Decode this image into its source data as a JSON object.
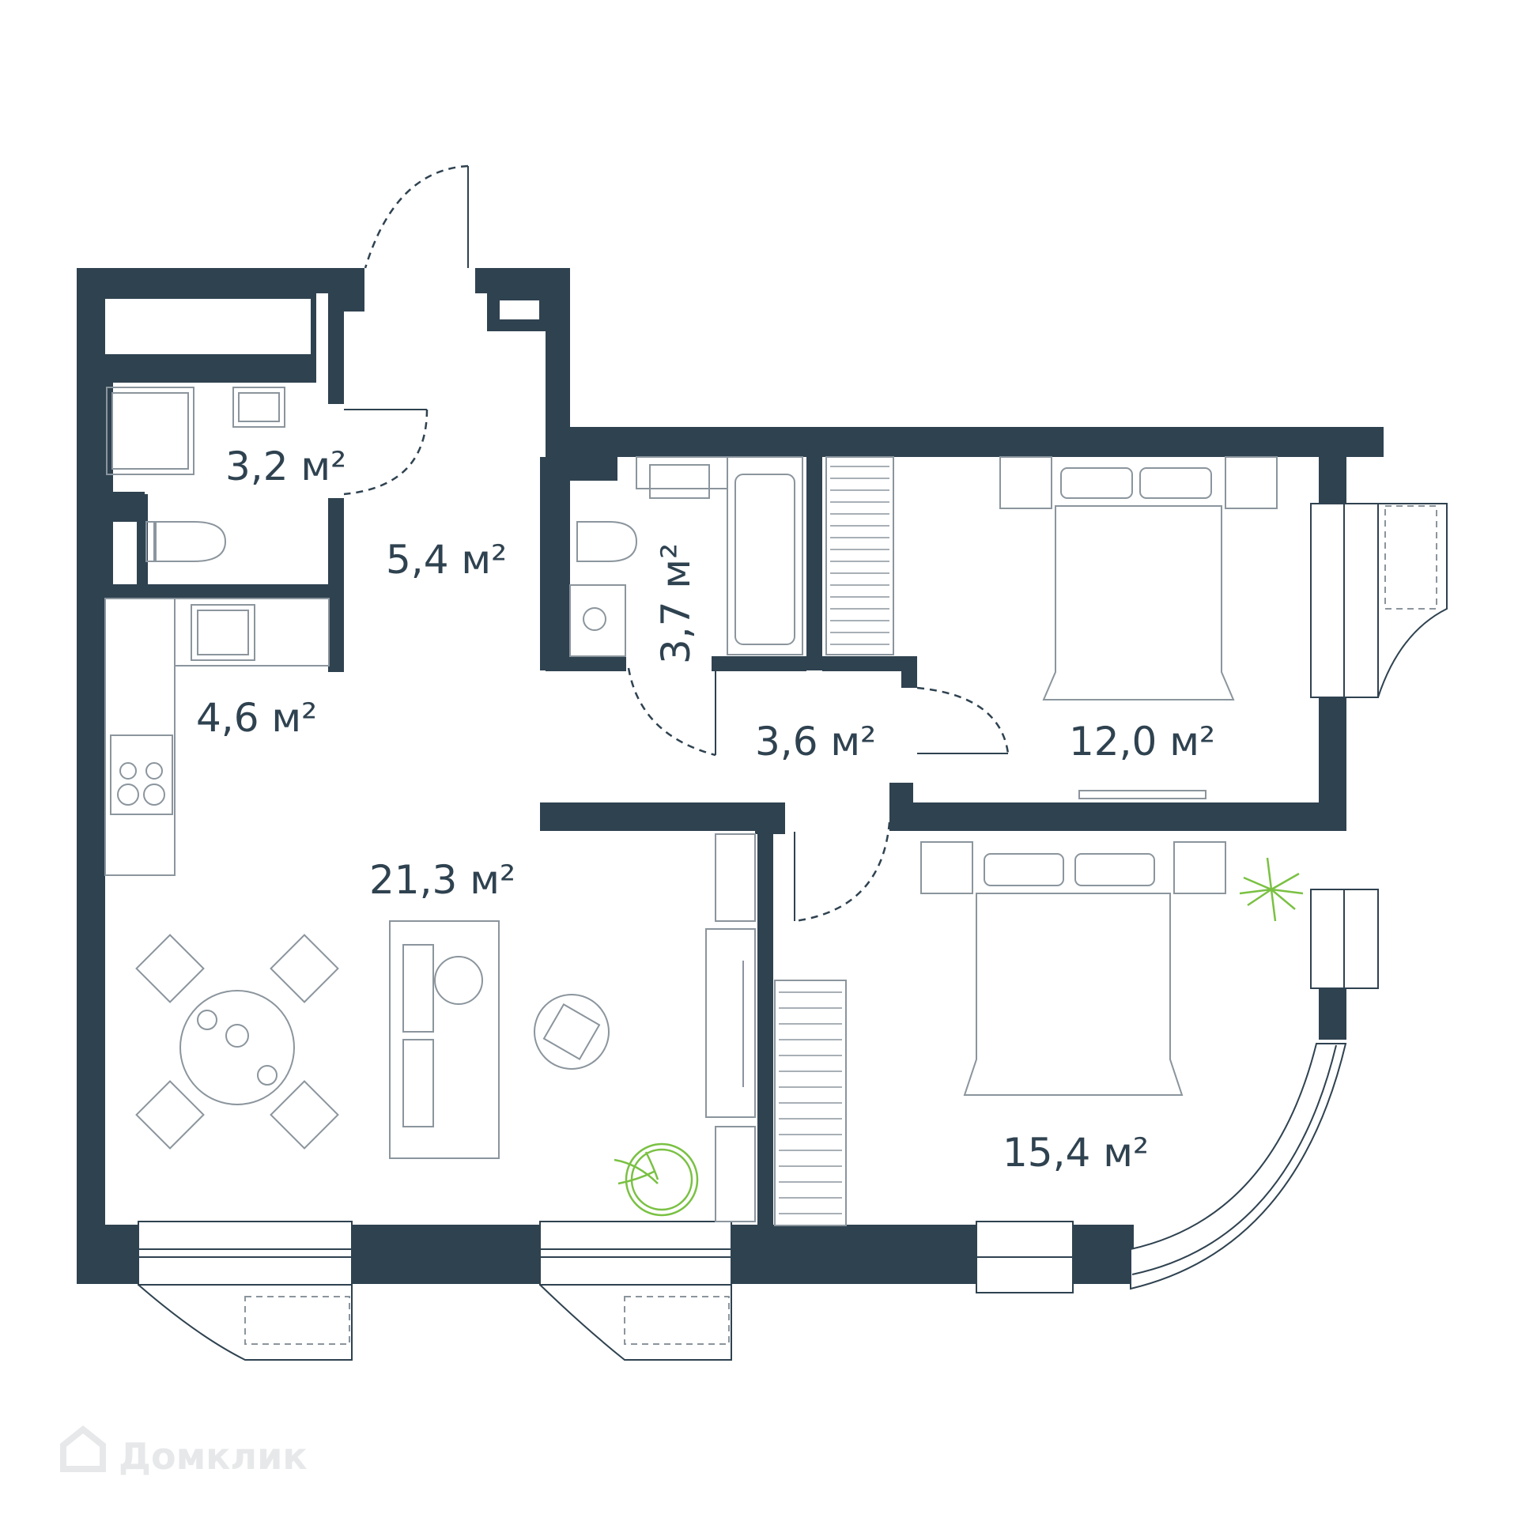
{
  "colors": {
    "wall": "#2f4250",
    "text": "#2f4250",
    "furniture": "#8b959d",
    "plant": "#7ac143",
    "watermark": "#e6e8ea"
  },
  "rooms": [
    {
      "id": "bathroom-small",
      "area": "3,2 м²"
    },
    {
      "id": "hallway",
      "area": "5,4 м²"
    },
    {
      "id": "kitchen",
      "area": "4,6 м²"
    },
    {
      "id": "bathroom-large",
      "area": "3,7 м²"
    },
    {
      "id": "corridor",
      "area": "3,6 м²"
    },
    {
      "id": "bedroom-top",
      "area": "12,0 м²"
    },
    {
      "id": "living-room",
      "area": "21,3 м²"
    },
    {
      "id": "bedroom-bottom",
      "area": "15,4 м²"
    }
  ],
  "watermark": {
    "text": "Домклик",
    "icon": "house-logo-icon"
  }
}
